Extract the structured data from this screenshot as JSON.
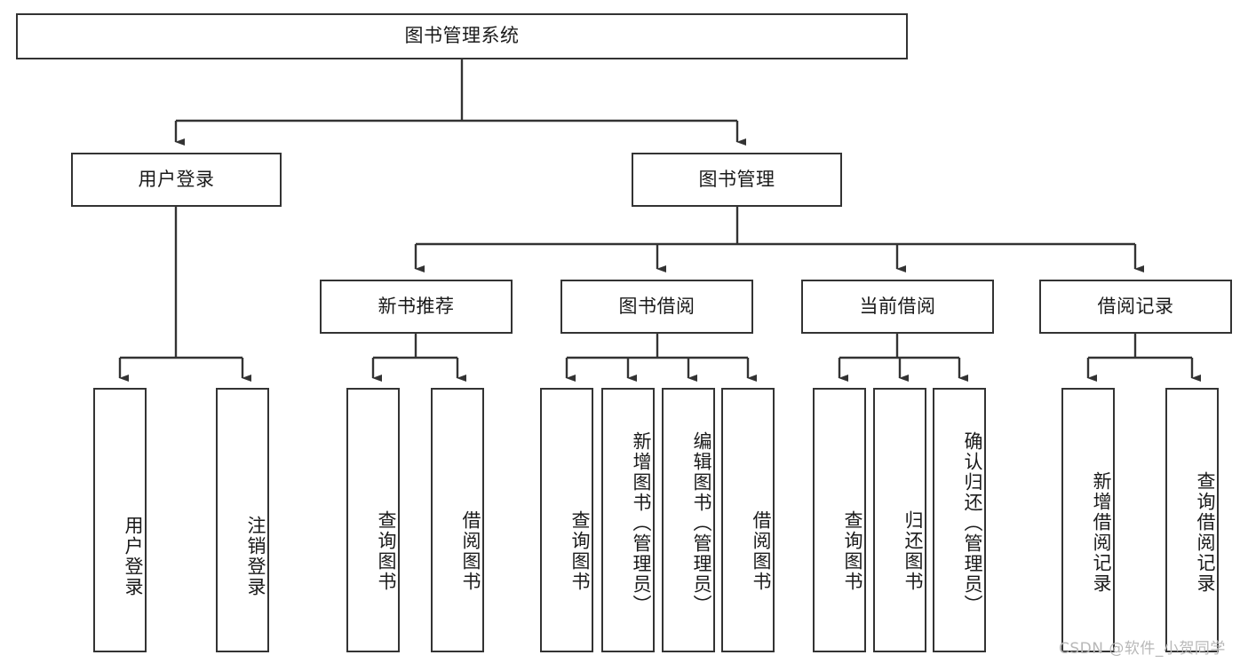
{
  "diagram": {
    "title": "图书管理系统",
    "type": "hierarchy-tree",
    "root": {
      "label": "图书管理系统"
    },
    "level1": [
      {
        "label": "用户登录"
      },
      {
        "label": "图书管理"
      }
    ],
    "level2": [
      {
        "label": "新书推荐"
      },
      {
        "label": "图书借阅"
      },
      {
        "label": "当前借阅"
      },
      {
        "label": "借阅记录"
      }
    ],
    "leaves": {
      "user_login": [
        {
          "label": "用户登录"
        },
        {
          "label": "注销登录"
        }
      ],
      "new_book_recommend": [
        {
          "label": "查询图书"
        },
        {
          "label": "借阅图书"
        }
      ],
      "book_borrow": [
        {
          "label": "查询图书"
        },
        {
          "label": "新增图书（管理员）"
        },
        {
          "label": "编辑图书（管理员）"
        },
        {
          "label": "借阅图书"
        }
      ],
      "current_borrow": [
        {
          "label": "查询图书"
        },
        {
          "label": "归还图书"
        },
        {
          "label": "确认归还（管理员）"
        }
      ],
      "borrow_record": [
        {
          "label": "新增借阅记录"
        },
        {
          "label": "查询借阅记录"
        }
      ]
    }
  },
  "watermark": {
    "text": "CSDN @软件_小贺同学"
  },
  "colors": {
    "border": "#333333",
    "background": "#ffffff",
    "text": "#1a1a1a",
    "watermark": "#b8b8b8"
  }
}
